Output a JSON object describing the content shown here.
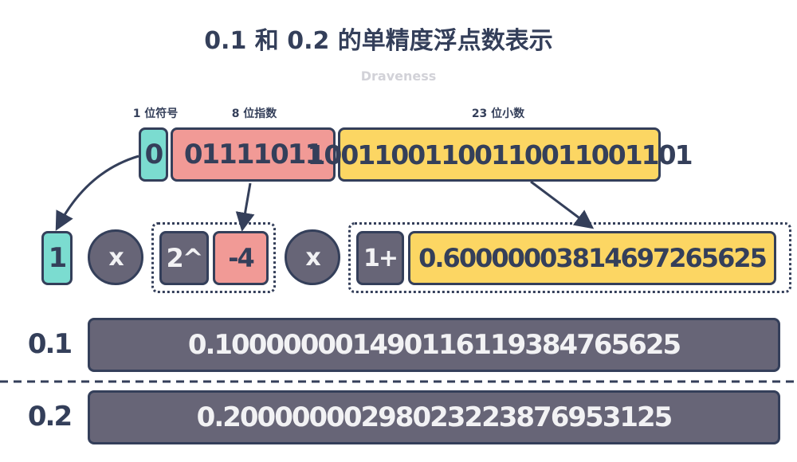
{
  "title": "0.1 和 0.2 的单精度浮点数表示",
  "author": "Draveness",
  "labels": {
    "sign": "1 位符号",
    "exponent": "8 位指数",
    "fraction": "23 位小数"
  },
  "bits": {
    "sign": "0",
    "exponent": "01111011",
    "fraction": "10011001100110011001101"
  },
  "formula": {
    "sign": "1",
    "times1": "x",
    "base": "2^",
    "exponent": "-4",
    "times2": "x",
    "one_plus": "1+",
    "mantissa": "0.60000003814697265625"
  },
  "results": [
    {
      "label": "0.1",
      "value": "0.100000001490116119384765625"
    },
    {
      "label": "0.2",
      "value": "0.20000000298023223876953125"
    }
  ],
  "colors": {
    "sign": "#7bdcd0",
    "exponent": "#f19a96",
    "fraction": "#fcd663",
    "dark": "#343f5a",
    "gray": "#676577"
  }
}
